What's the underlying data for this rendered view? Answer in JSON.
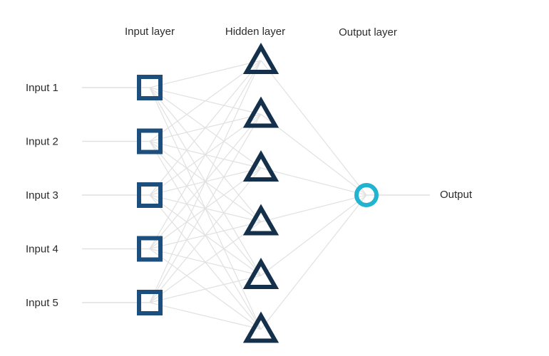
{
  "layers": {
    "input_title": "Input layer",
    "hidden_title": "Hidden layer",
    "output_title": "Output layer"
  },
  "inputs": [
    "Input 1",
    "Input 2",
    "Input 3",
    "Input 4",
    "Input 5"
  ],
  "output_label": "Output",
  "network": {
    "input_count": 5,
    "hidden_count": 6,
    "output_count": 1,
    "input_shape": "square",
    "hidden_shape": "triangle",
    "output_shape": "circle"
  },
  "colors": {
    "input_node": "#1c4e7e",
    "hidden_node": "#14304a",
    "output_node": "#21b3cf",
    "edges": "#e1e1e1",
    "text": "#2b2b2b"
  }
}
